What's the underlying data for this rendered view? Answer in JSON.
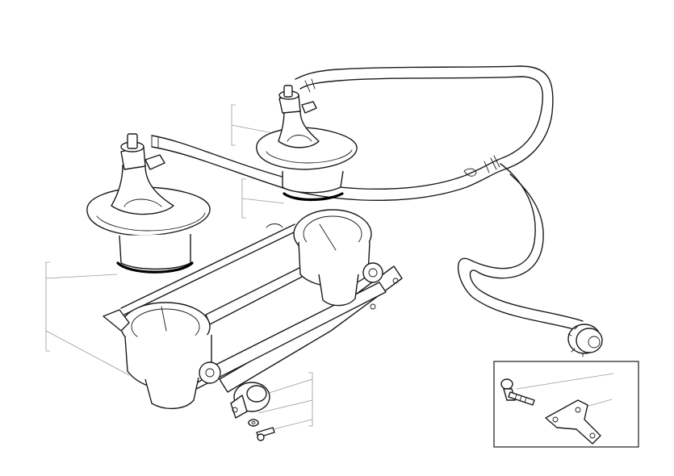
{
  "diagram": {
    "components": [
      {
        "id": "air-hose-assembly",
        "icon": "hose-icon"
      },
      {
        "id": "rear-diaphragm-housing",
        "icon": "housing-icon"
      },
      {
        "id": "front-diaphragm-housing",
        "icon": "housing-icon"
      },
      {
        "id": "seal-ring",
        "icon": "o-ring-icon"
      },
      {
        "id": "throttle-body",
        "icon": "throttle-body-icon"
      },
      {
        "id": "linkage-bracket",
        "icon": "bracket-icon"
      },
      {
        "id": "position-sensor",
        "icon": "sensor-icon"
      },
      {
        "id": "screw-and-washer",
        "icon": "screw-icon"
      },
      {
        "id": "hose-end-fitting",
        "icon": "fitting-icon"
      }
    ],
    "inset": {
      "parts": [
        {
          "id": "stud-bolt",
          "icon": "bolt-icon"
        },
        {
          "id": "mounting-bracket",
          "icon": "bracket-icon"
        }
      ]
    },
    "colors": {
      "line": "#1a1a1a",
      "leader": "#9a9a9a",
      "background": "#ffffff"
    }
  }
}
